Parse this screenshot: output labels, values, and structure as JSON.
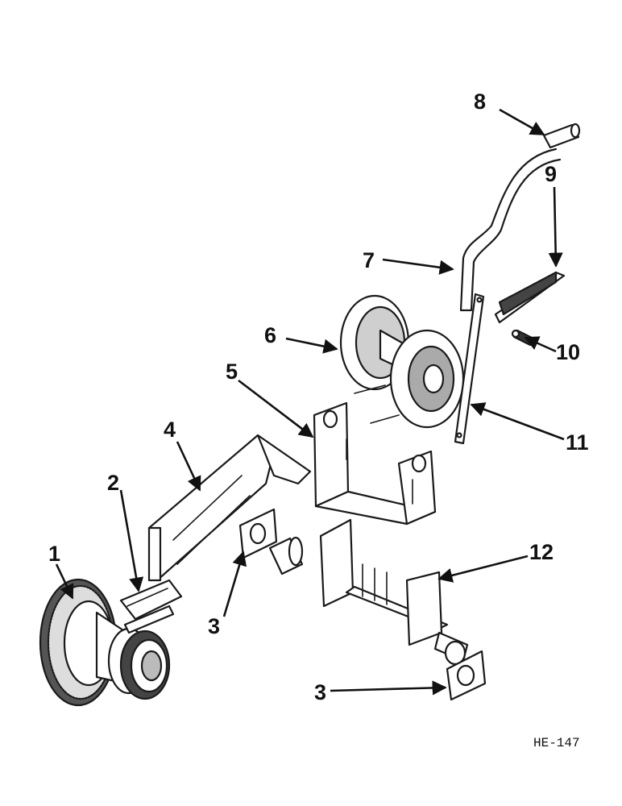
{
  "figure_id": "HE-147",
  "callouts": [
    "1",
    "2",
    "3",
    "3",
    "4",
    "5",
    "6",
    "7",
    "8",
    "9",
    "10",
    "11",
    "12"
  ],
  "part_icons": [
    "gear-pulley",
    "slotted-bar",
    "mounting-plate",
    "support-arm",
    "u-bracket",
    "double-pulley",
    "hand-lever",
    "lever-grip",
    "latch-plate",
    "bolt",
    "link-bar",
    "axle-bracket"
  ]
}
